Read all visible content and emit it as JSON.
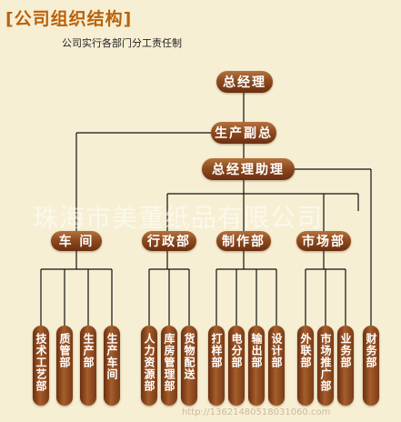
{
  "header": {
    "title": "[公司组织结构]",
    "subtitle": "公司实行各部门分工责任制"
  },
  "top": {
    "gm": "总经理",
    "deputy": "生产副总",
    "assistant": "总经理助理"
  },
  "departments": [
    "车 间",
    "行政部",
    "制作部",
    "市场部"
  ],
  "units": {
    "workshop": [
      "技术工艺部",
      "质管部",
      "生产部",
      "生产车间"
    ],
    "admin": [
      "人力资源部",
      "库房管理部",
      "货物配送"
    ],
    "production": [
      "打样部",
      "电分部",
      "输出部",
      "设计部"
    ],
    "market": [
      "外联部",
      "市场推广部",
      "业务部"
    ],
    "finance": "财务部"
  },
  "watermark": {
    "main": "珠海市美董纸品有限公司",
    "footer": "http://13621480518031060.com"
  },
  "colors": {
    "accent": "#b9620c",
    "node": "#8e4b1f",
    "background": "#f7efd3"
  }
}
